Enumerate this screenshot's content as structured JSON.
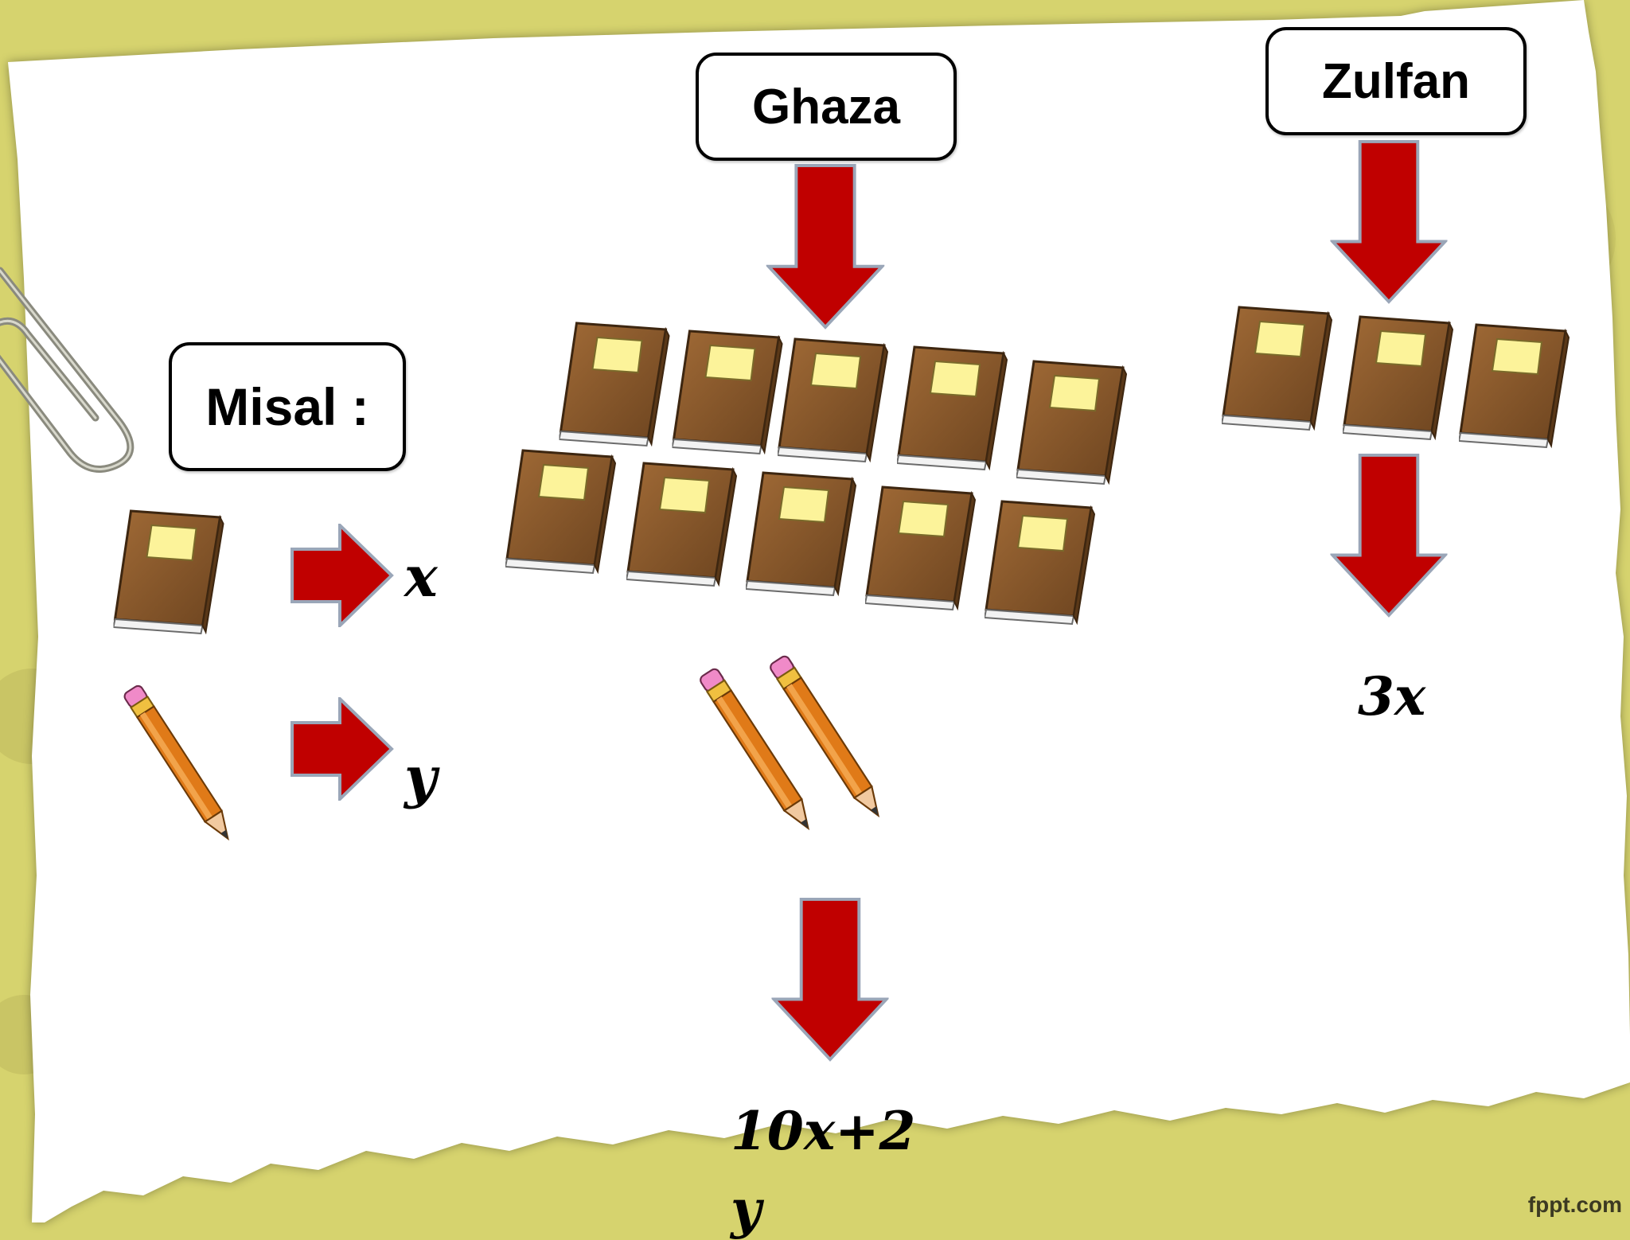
{
  "labels": {
    "misal": "Misal :",
    "ghaza": "Ghaza",
    "zulfan": "Zulfan"
  },
  "legend": {
    "book_symbol": "x",
    "pencil_symbol": "y"
  },
  "ghaza": {
    "books": 10,
    "pencils": 2,
    "expression_line1": "10x+2",
    "expression_line2": "y"
  },
  "zulfan": {
    "books": 3,
    "expression": "3x"
  },
  "watermark": "fppt.com",
  "colors": {
    "arrow": "#c00000",
    "arrow_edge": "#9aa6b8",
    "book_cover": "#8a5a2b",
    "book_label": "#fcf39a",
    "background": "#d6d36e",
    "paper": "#ffffff"
  },
  "icons": [
    "book-icon",
    "pencil-icon",
    "paperclip-icon",
    "arrow-down-icon",
    "arrow-right-icon"
  ]
}
